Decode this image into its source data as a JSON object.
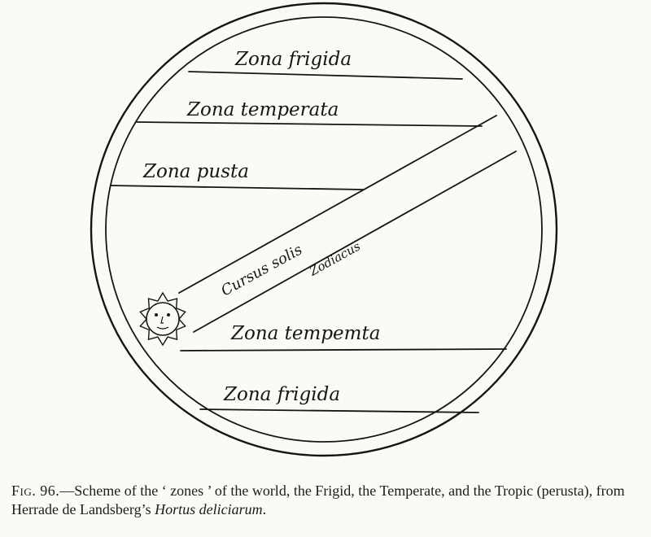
{
  "diagram": {
    "zones": {
      "frigid_top": "Zona frigida",
      "temperate_top": "Zona temperata",
      "perusta": "Zona pusta",
      "temperate_bottom": "Zona tempemta",
      "frigid_bottom": "Zona frigida"
    },
    "ecliptic": {
      "label_main": "Cursus solis",
      "label_secondary": "Zodiacus"
    },
    "colors": {
      "ink": "#151515",
      "paper": "#fbfaf6"
    }
  },
  "caption": {
    "fig_label": "Fig. 96.",
    "text_before_title": "—Scheme of the ‘ zones ’ of the world, the Frigid, the Temperate, and the Tropic (perusta), from Herrade de Landsberg’s ",
    "work_title": "Hortus deliciarum",
    "end": "."
  }
}
